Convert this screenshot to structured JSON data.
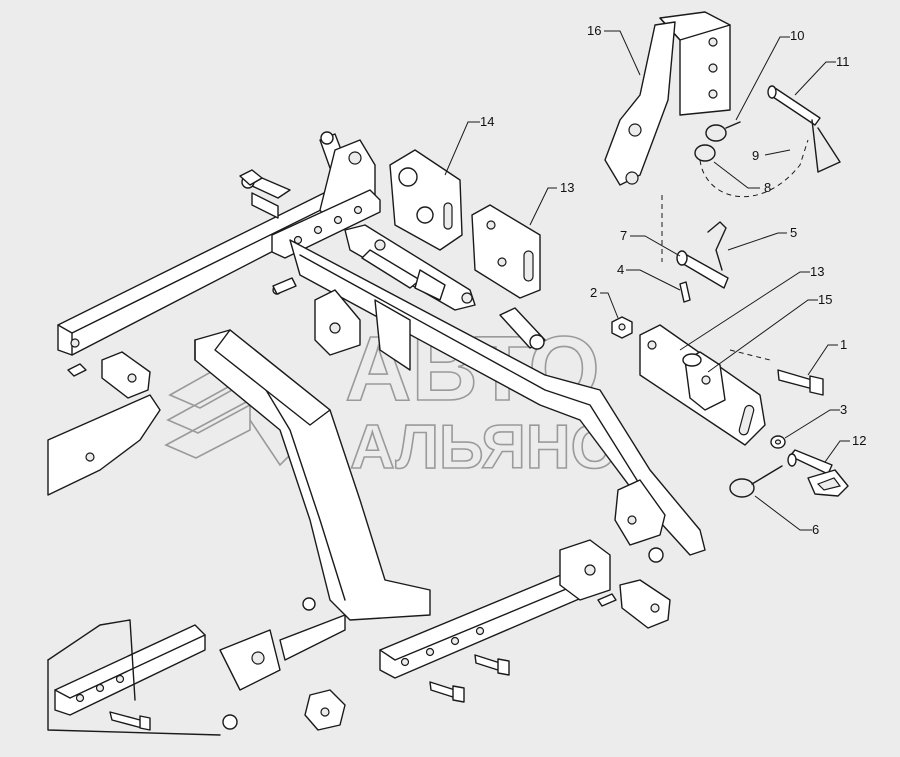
{
  "watermark": {
    "line1": "АВТО",
    "line2": "АЛЬЯНС"
  },
  "callouts": [
    {
      "id": "c16",
      "text": "16"
    },
    {
      "id": "c10",
      "text": "10"
    },
    {
      "id": "c11",
      "text": "11"
    },
    {
      "id": "c9",
      "text": "9"
    },
    {
      "id": "c8",
      "text": "8"
    },
    {
      "id": "c14",
      "text": "14"
    },
    {
      "id": "c13a",
      "text": "13"
    },
    {
      "id": "c7",
      "text": "7"
    },
    {
      "id": "c5",
      "text": "5"
    },
    {
      "id": "c4",
      "text": "4"
    },
    {
      "id": "c2",
      "text": "2"
    },
    {
      "id": "c13b",
      "text": "13"
    },
    {
      "id": "c15",
      "text": "15"
    },
    {
      "id": "c1",
      "text": "1"
    },
    {
      "id": "c3",
      "text": "3"
    },
    {
      "id": "c12",
      "text": "12"
    },
    {
      "id": "c6",
      "text": "6"
    }
  ],
  "colors": {
    "background": "#ececec",
    "line": "#1a1a1a",
    "watermark": "#9a9a9a"
  }
}
